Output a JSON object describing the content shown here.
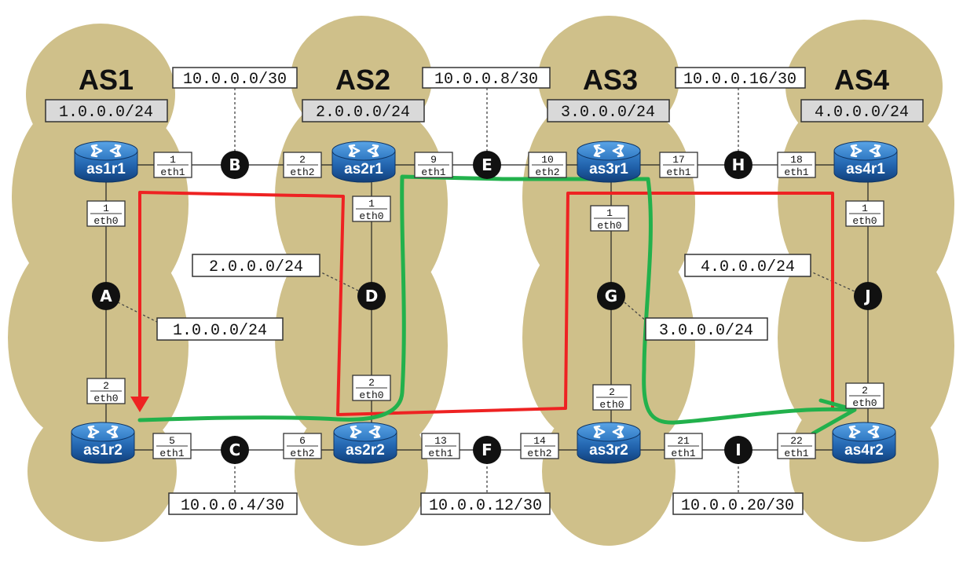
{
  "as_labels": [
    "AS1",
    "AS2",
    "AS3",
    "AS4"
  ],
  "as_prefixes": [
    "1.0.0.0/24",
    "2.0.0.0/24",
    "3.0.0.0/24",
    "4.0.0.0/24"
  ],
  "routers": {
    "as1r1": "as1r1",
    "as1r2": "as1r2",
    "as2r1": "as2r1",
    "as2r2": "as2r2",
    "as3r1": "as3r1",
    "as3r2": "as3r2",
    "as4r1": "as4r1",
    "as4r2": "as4r2"
  },
  "nodes": {
    "A": "A",
    "B": "B",
    "C": "C",
    "D": "D",
    "E": "E",
    "F": "F",
    "G": "G",
    "H": "H",
    "I": "I",
    "J": "J"
  },
  "link_subnets": {
    "B": "10.0.0.0/30",
    "C": "10.0.0.4/30",
    "E": "10.0.0.8/30",
    "F": "10.0.0.12/30",
    "H": "10.0.0.16/30",
    "I": "10.0.0.20/30"
  },
  "lan_labels": {
    "A": "1.0.0.0/24",
    "D": "2.0.0.0/24",
    "G": "3.0.0.0/24",
    "J": "4.0.0.0/24"
  },
  "interfaces": {
    "as1r1_eth1": {
      "num": "1",
      "name": "eth1"
    },
    "as2r1_eth2": {
      "num": "2",
      "name": "eth2"
    },
    "as2r1_eth1": {
      "num": "9",
      "name": "eth1"
    },
    "as3r1_eth2": {
      "num": "10",
      "name": "eth2"
    },
    "as3r1_eth1": {
      "num": "17",
      "name": "eth1"
    },
    "as4r1_eth1": {
      "num": "18",
      "name": "eth1"
    },
    "as1r1_eth0": {
      "num": "1",
      "name": "eth0"
    },
    "as1r2_eth0": {
      "num": "2",
      "name": "eth0"
    },
    "as2r1_eth0": {
      "num": "1",
      "name": "eth0"
    },
    "as2r2_eth0": {
      "num": "2",
      "name": "eth0"
    },
    "as3r1_eth0": {
      "num": "1",
      "name": "eth0"
    },
    "as3r2_eth0": {
      "num": "2",
      "name": "eth0"
    },
    "as4r1_eth0": {
      "num": "1",
      "name": "eth0"
    },
    "as4r2_eth0": {
      "num": "2",
      "name": "eth0"
    },
    "as1r2_eth1": {
      "num": "5",
      "name": "eth1"
    },
    "as2r2_eth2": {
      "num": "6",
      "name": "eth2"
    },
    "as2r2_eth1": {
      "num": "13",
      "name": "eth1"
    },
    "as3r2_eth2": {
      "num": "14",
      "name": "eth2"
    },
    "as3r2_eth1": {
      "num": "21",
      "name": "eth1"
    },
    "as4r2_eth1": {
      "num": "22",
      "name": "eth1"
    }
  },
  "colors": {
    "cloud": "#cfc08a",
    "router_blue": "#1f5fa8",
    "node_black": "#111111",
    "path_red": "#ee2222",
    "path_green": "#22b14c",
    "box_gray": "#d9d9d9"
  }
}
